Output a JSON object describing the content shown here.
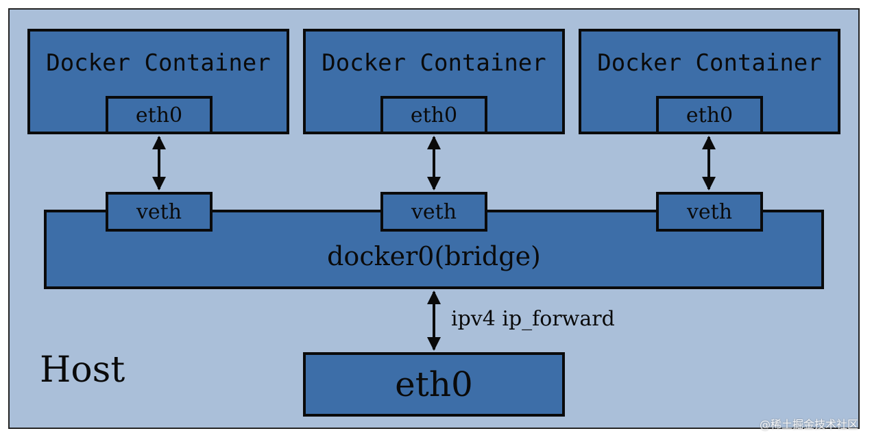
{
  "host": {
    "label": "Host"
  },
  "containers": [
    {
      "title": "Docker Container",
      "iface": "eth0",
      "veth": "veth"
    },
    {
      "title": "Docker Container",
      "iface": "eth0",
      "veth": "veth"
    },
    {
      "title": "Docker Container",
      "iface": "eth0",
      "veth": "veth"
    }
  ],
  "bridge": {
    "label": "docker0(bridge)"
  },
  "forward": {
    "label": "ipv4 ip_forward"
  },
  "host_iface": {
    "label": "eth0"
  },
  "watermark": {
    "text": "@稀土掘金技术社区"
  },
  "colors": {
    "host_background": "#aabfd9",
    "box_fill": "#3d6ea8",
    "border": "#0a0a0a"
  }
}
